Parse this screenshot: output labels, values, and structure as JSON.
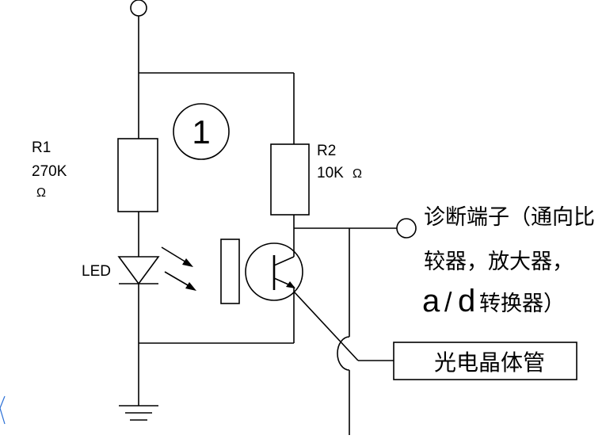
{
  "components": {
    "r1": {
      "name": "R1",
      "value": "270K",
      "unit": "Ω"
    },
    "r2": {
      "name": "R2",
      "value": "10K",
      "unit": "Ω"
    },
    "led": {
      "name": "LED"
    },
    "marker": {
      "number": "1"
    }
  },
  "labels": {
    "diag_line1": "诊断端子（通向比",
    "diag_line2": "较器，放大器，",
    "diag_line3_a": "a",
    "diag_line3_slash": "/",
    "diag_line3_d": "d",
    "diag_line3_rest": "转换器）",
    "phototransistor": "光电晶体管"
  }
}
